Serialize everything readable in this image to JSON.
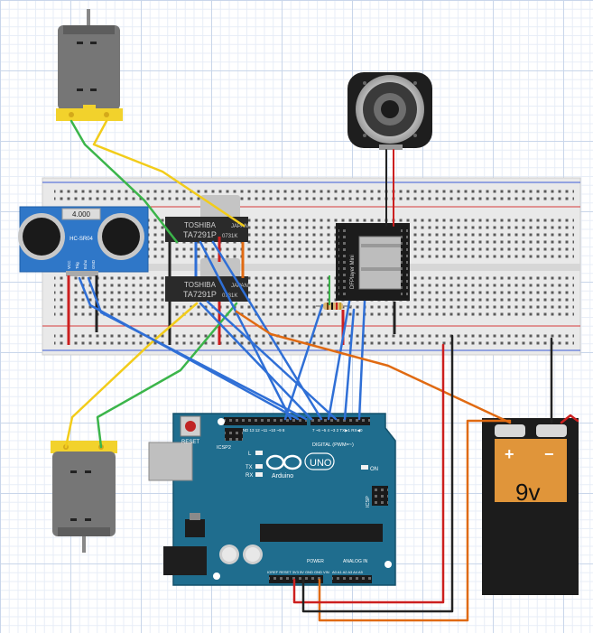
{
  "sensor": {
    "name": "HC-SR04",
    "top_label": "4.000",
    "pins": [
      "VCC",
      "Trig",
      "Echo",
      "GND"
    ]
  },
  "driver_chips": [
    {
      "brand": "TOSHIBA",
      "lot": "JAPAN",
      "part": "TA7291P",
      "code": "0731K"
    },
    {
      "brand": "TOSHIBA",
      "lot": "JAPAN",
      "part": "TA7291P",
      "code": "0731K"
    }
  ],
  "mp3_module": {
    "label": "DFPlayer Mini"
  },
  "battery": {
    "voltage": "9v",
    "plus": "+",
    "minus": "−"
  },
  "arduino": {
    "brand": "Arduino",
    "model": "UNO",
    "reset": "RESET",
    "icsp2": "ICSP2",
    "icsp": "ICSP",
    "on": "ON",
    "l": "L",
    "tx": "TX",
    "rx": "RX",
    "aref_header": "AREF GND 13 12 ~11 ~10 ~9 8",
    "digital_header": "7 ~6 ~5 4 ~3 2 TX▶1 RX◀0",
    "digital_label": "DIGITAL (PWM=~)",
    "power_label": "POWER",
    "power_pins": "IOREF RESET 3V3 5V GND GND VIN",
    "analog_label": "ANALOG IN",
    "analog_pins": "A0 A1 A2 A3 A4 A5"
  },
  "colors": {
    "motor_body": "#777777",
    "motor_cap": "#f2d22c",
    "breadboard": "#e8e8e8",
    "rail_red": "#d73a3a",
    "rail_blue": "#3a5ad7",
    "sensor_blue": "#2f77c8",
    "arduino_teal": "#1f6d8e",
    "battery_orange": "#e0953a",
    "wire_blue": "#2f6fd6",
    "wire_orange": "#e06a12",
    "wire_green": "#3bb54a",
    "wire_yellow": "#f2cc1a",
    "wire_red": "#cc1f1f",
    "wire_black": "#222222"
  }
}
